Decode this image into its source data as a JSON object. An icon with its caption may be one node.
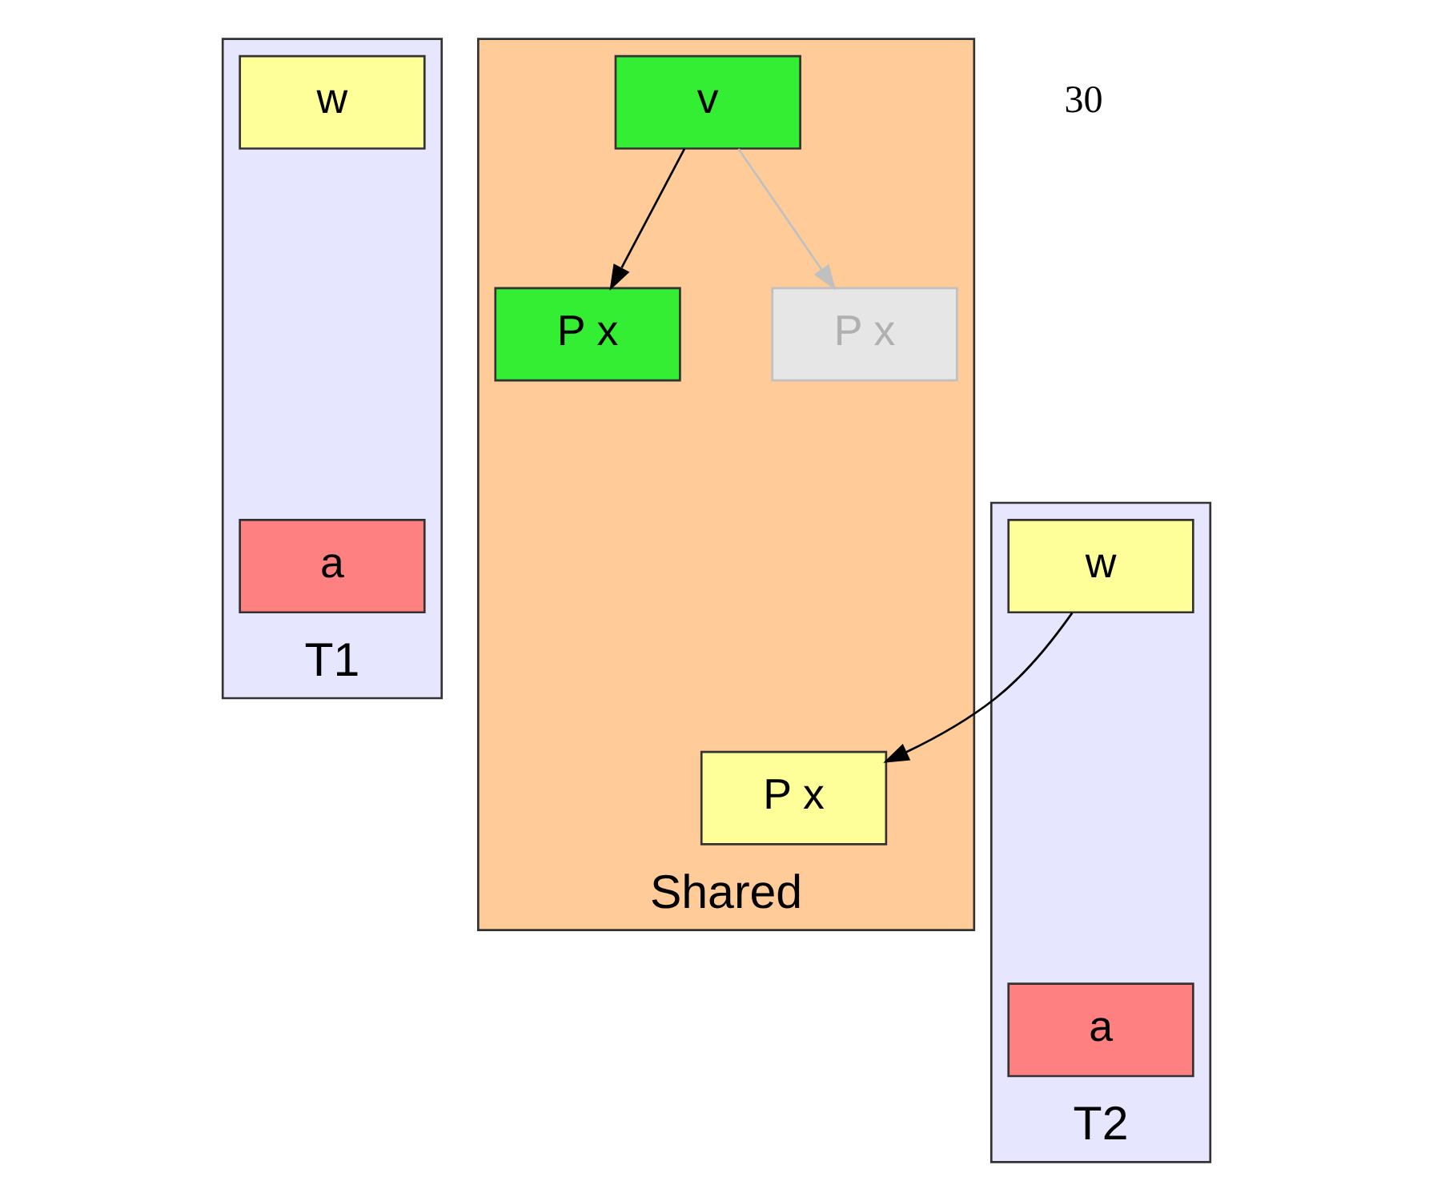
{
  "diagram": {
    "nodes": [
      {
        "text": [
          "T1"
        ]
      },
      {
        "text": [
          "w"
        ],
        "in": 0
      },
      {
        "text": [
          "a"
        ],
        "in": 0
      },
      {
        "text": [
          "Shared"
        ]
      },
      {
        "text": [
          "v"
        ],
        "in": 3
      },
      {
        "text": [
          "P x"
        ],
        "in": 3
      },
      {
        "text": [
          "P x"
        ],
        "in": 3
      },
      {
        "text": [
          "P x"
        ],
        "in": 3
      },
      {
        "text": [
          "T2"
        ]
      },
      {
        "text": [
          "w"
        ],
        "in": 8
      },
      {
        "text": [
          "a"
        ],
        "in": 8
      }
    ],
    "edges": [
      {
        "from": 4,
        "to": 5,
        "arrow": "to"
      },
      {
        "from": 4,
        "to": 6,
        "arrow": "to",
        "color": "#c0c0c0"
      },
      {
        "from": 9,
        "to": 7,
        "arrow": "to"
      }
    ],
    "labels": [
      "30"
    ]
  }
}
